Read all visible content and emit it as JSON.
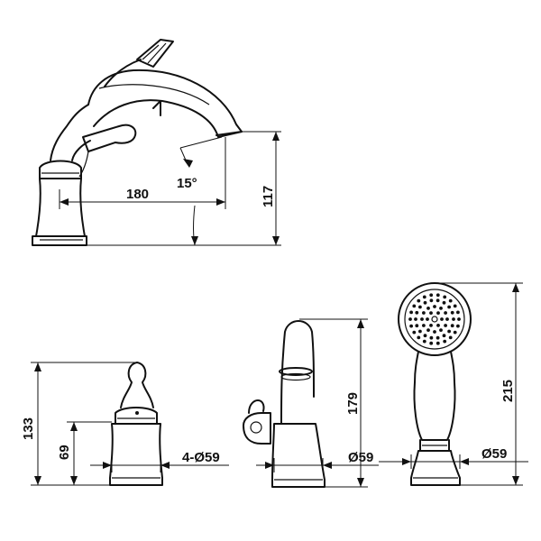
{
  "dimensions": {
    "mixer_length": "180",
    "spout_angle": "15°",
    "mixer_height": "117",
    "valve_height": "133",
    "valve_body_height": "69",
    "valve_hole": "4-Ø59",
    "spout_height": "179",
    "spout_base": "Ø59",
    "handshower_height": "215",
    "handshower_base": "Ø59"
  }
}
